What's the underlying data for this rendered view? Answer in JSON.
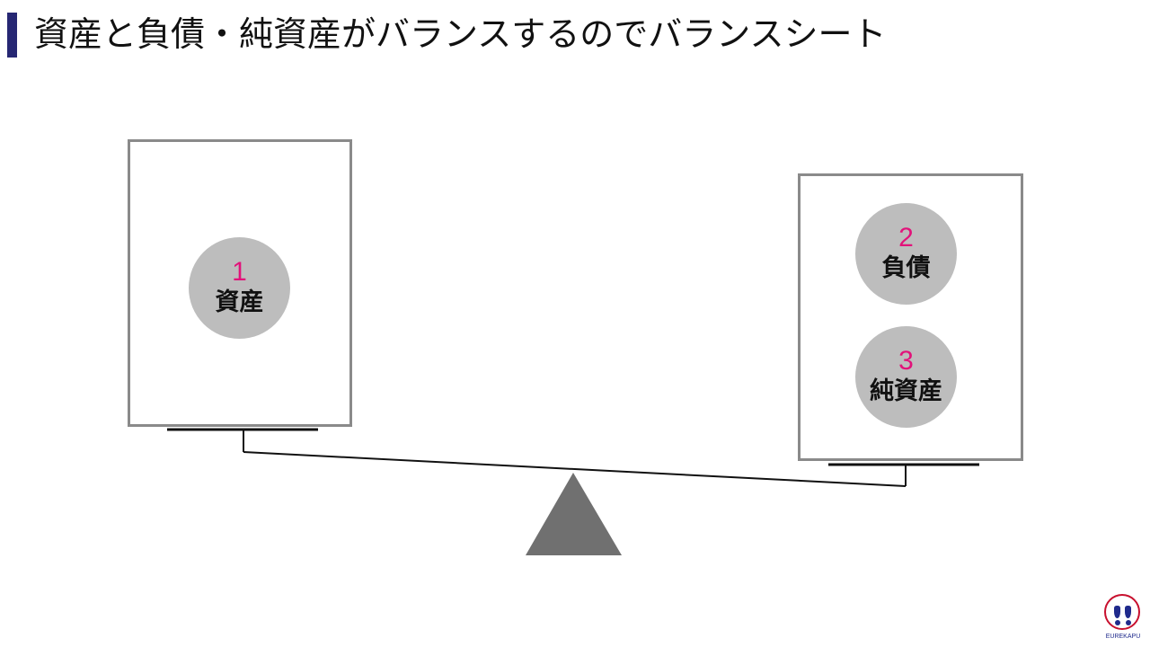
{
  "title": "資産と負債・純資産がバランスするのでバランスシート",
  "colors": {
    "title_bar": "#262773",
    "box_border": "#8a8a8a",
    "circle_fill": "#bdbdbd",
    "number": "#e2127a",
    "fulcrum": "#707070",
    "beam": "#111111"
  },
  "left_pan": {
    "items": [
      {
        "number": "1",
        "label": "資産"
      }
    ]
  },
  "right_pan": {
    "items": [
      {
        "number": "2",
        "label": "負債"
      },
      {
        "number": "3",
        "label": "純資産"
      }
    ]
  },
  "logo": {
    "text": "EUREKAPU",
    "icon": "double-exclamation-logo-icon"
  }
}
